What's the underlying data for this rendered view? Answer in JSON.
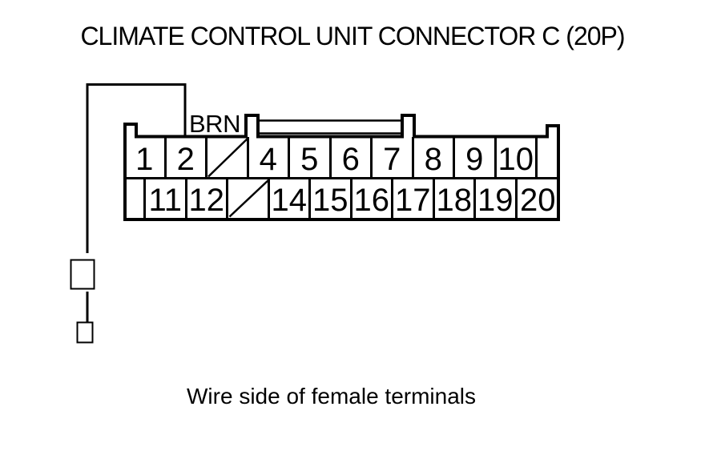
{
  "title": "CLIMATE CONTROL UNIT CONNECTOR C (20P)",
  "caption": "Wire side of female terminals",
  "wire": {
    "color_label": "BRN",
    "color_hex": "#000000"
  },
  "connector": {
    "line_color_hex": "#000000",
    "background_hex": "#ffffff",
    "rows": [
      {
        "name": "top",
        "cells": [
          {
            "type": "pin",
            "label": "1"
          },
          {
            "type": "pin",
            "label": "2"
          },
          {
            "type": "blocked",
            "label": ""
          },
          {
            "type": "pin",
            "label": "4"
          },
          {
            "type": "pin",
            "label": "5"
          },
          {
            "type": "pin",
            "label": "6"
          },
          {
            "type": "pin",
            "label": "7"
          },
          {
            "type": "pin",
            "label": "8"
          },
          {
            "type": "pin",
            "label": "9"
          },
          {
            "type": "pin",
            "label": "10"
          },
          {
            "type": "filler",
            "label": ""
          }
        ]
      },
      {
        "name": "bottom",
        "cells": [
          {
            "type": "filler",
            "label": ""
          },
          {
            "type": "pin",
            "label": "11"
          },
          {
            "type": "pin",
            "label": "12"
          },
          {
            "type": "blocked",
            "label": ""
          },
          {
            "type": "pin",
            "label": "14"
          },
          {
            "type": "pin",
            "label": "15"
          },
          {
            "type": "pin",
            "label": "16"
          },
          {
            "type": "pin",
            "label": "17"
          },
          {
            "type": "pin",
            "label": "18"
          },
          {
            "type": "pin",
            "label": "19"
          },
          {
            "type": "pin",
            "label": "20"
          }
        ]
      }
    ]
  }
}
